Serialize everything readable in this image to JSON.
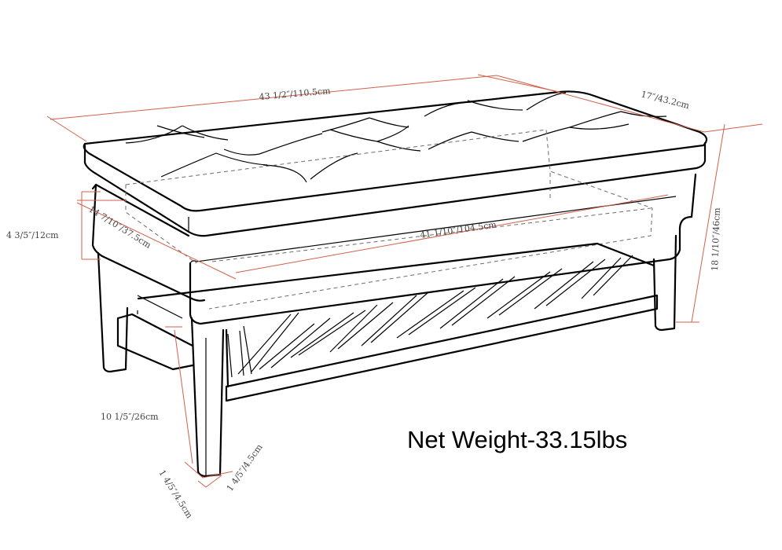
{
  "dimensions": {
    "length": "43 1/2″/110.5cm",
    "depth": "17″/43.2cm",
    "inner_length": "41 1/10″/104.5cm",
    "inner_depth": "14 7/10″/37.5cm",
    "cushion_height": "4 3/5″/12cm",
    "total_height": "18 1/10″/46cm",
    "shelf_height": "10 1/5″/26cm",
    "leg_width": "1 4/5″/4.5cm",
    "leg_depth": "1 4/5″/4.5cm"
  },
  "net_weight": "Net Weight-33.15lbs",
  "colors": {
    "outline": "#000000",
    "dimension_line": "#d2604b",
    "hidden_line": "#6b6b6b"
  }
}
